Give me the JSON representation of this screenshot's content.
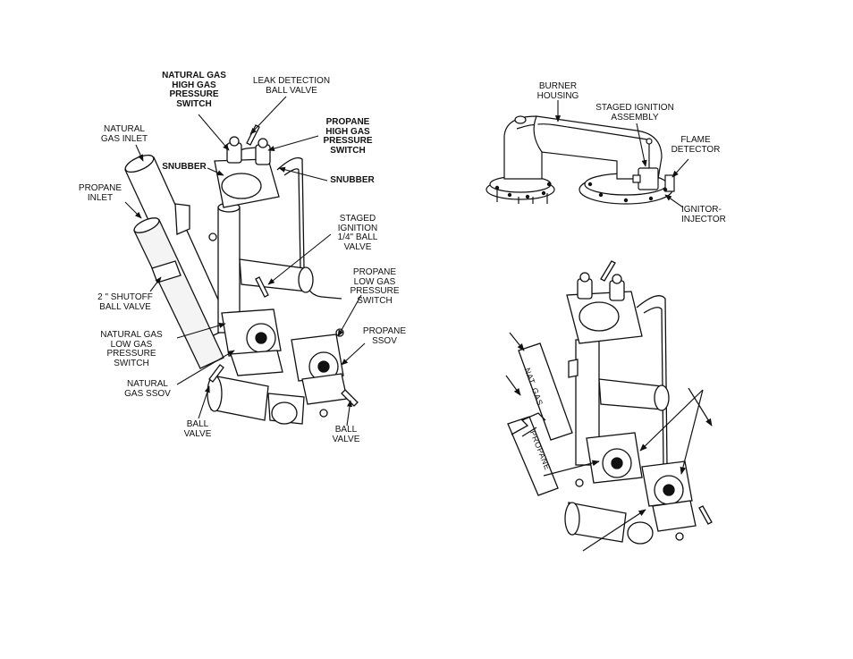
{
  "left_figure": {
    "labels": {
      "natural_gas_high_gas_pressure_switch": "NATURAL GAS\nHIGH GAS\nPRESSURE\nSWITCH",
      "leak_detection_ball_valve": "LEAK DETECTION\nBALL VALVE",
      "natural_gas_inlet": "NATURAL\nGAS INLET",
      "propane_high_gas_pressure_switch": "PROPANE\nHIGH GAS\nPRESSURE\nSWITCH",
      "snubber_left": "SNUBBER",
      "snubber_right": "SNUBBER",
      "propane_inlet": "PROPANE\nINLET",
      "staged_ignition_ball_valve": "STAGED\nIGNITION\n1/4\" BALL\nVALVE",
      "shutoff_ball_valve": "2 \" SHUTOFF\nBALL VALVE",
      "propane_low_gas_pressure_switch": "PROPANE\nLOW GAS\nPRESSURE\nSWITCH",
      "natural_gas_low_gas_pressure_switch": "NATURAL GAS\nLOW GAS\nPRESSURE\nSWITCH",
      "propane_ssov": "PROPANE\nSSOV",
      "natural_gas_ssov": "NATURAL\nGAS SSOV",
      "ball_valve_left": "BALL\nVALVE",
      "ball_valve_right": "BALL\nVALVE"
    }
  },
  "top_right_figure": {
    "labels": {
      "burner_housing": "BURNER\nHOUSING",
      "staged_ignition_assembly": "STAGED IGNITION\nASSEMBLY",
      "flame_detector": "FLAME\nDETECTOR",
      "ignitor_injector": "IGNITOR-\nINJECTOR"
    }
  },
  "bottom_right_figure": {
    "labels": {
      "nat_gas": "NAT. GAS",
      "propane": "PROPANE"
    }
  },
  "colors": {
    "line": "#111111",
    "background": "#ffffff",
    "fill": "#ffffff",
    "shade": "#bdbdbd"
  }
}
